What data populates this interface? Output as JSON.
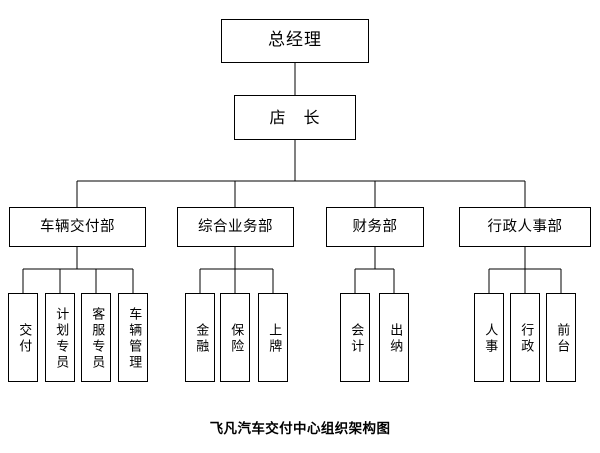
{
  "caption": "飞凡汽车交付中心组织架构图",
  "chart_data": {
    "type": "diagram",
    "diagram_kind": "organization-chart",
    "title": "飞凡汽车交付中心组织架构图",
    "orientation": "top-down",
    "levels": 4,
    "nodes": [
      {
        "id": "gm",
        "label": "总经理",
        "level": 1,
        "parent": null
      },
      {
        "id": "sm",
        "label": "店　长",
        "level": 2,
        "parent": "gm"
      },
      {
        "id": "dept1",
        "label": "车辆交付部",
        "level": 3,
        "parent": "sm"
      },
      {
        "id": "dept2",
        "label": "综合业务部",
        "level": 3,
        "parent": "sm"
      },
      {
        "id": "dept3",
        "label": "财务部",
        "level": 3,
        "parent": "sm"
      },
      {
        "id": "dept4",
        "label": "行政人事部",
        "level": 3,
        "parent": "sm"
      },
      {
        "id": "d1c1",
        "label": "交付",
        "level": 4,
        "parent": "dept1"
      },
      {
        "id": "d1c2",
        "label": "计划专员",
        "level": 4,
        "parent": "dept1"
      },
      {
        "id": "d1c3",
        "label": "客服专员",
        "level": 4,
        "parent": "dept1"
      },
      {
        "id": "d1c4",
        "label": "车辆管理",
        "level": 4,
        "parent": "dept1"
      },
      {
        "id": "d2c1",
        "label": "金融",
        "level": 4,
        "parent": "dept2"
      },
      {
        "id": "d2c2",
        "label": "保险",
        "level": 4,
        "parent": "dept2"
      },
      {
        "id": "d2c3",
        "label": "上牌",
        "level": 4,
        "parent": "dept2"
      },
      {
        "id": "d3c1",
        "label": "会计",
        "level": 4,
        "parent": "dept3"
      },
      {
        "id": "d3c2",
        "label": "出纳",
        "level": 4,
        "parent": "dept3"
      },
      {
        "id": "d4c1",
        "label": "人事",
        "level": 4,
        "parent": "dept4"
      },
      {
        "id": "d4c2",
        "label": "行政",
        "level": 4,
        "parent": "dept4"
      },
      {
        "id": "d4c3",
        "label": "前台",
        "level": 4,
        "parent": "dept4"
      }
    ],
    "colors": {
      "background": "#ffffff",
      "box_fill": "#ffffff",
      "box_stroke": "#000000",
      "connector": "#000000",
      "text": "#000000"
    }
  },
  "nodes": {
    "gm": {
      "label": "总经理"
    },
    "sm": {
      "label": "店　长"
    },
    "dept1": {
      "label": "车辆交付部"
    },
    "dept2": {
      "label": "综合业务部"
    },
    "dept3": {
      "label": "财务部"
    },
    "dept4": {
      "label": "行政人事部"
    },
    "d1c1": {
      "label": "交付"
    },
    "d1c2": {
      "label": "计划专员"
    },
    "d1c3": {
      "label": "客服专员"
    },
    "d1c4": {
      "label": "车辆管理"
    },
    "d2c1": {
      "label": "金融"
    },
    "d2c2": {
      "label": "保险"
    },
    "d2c3": {
      "label": "上牌"
    },
    "d3c1": {
      "label": "会计"
    },
    "d3c2": {
      "label": "出纳"
    },
    "d4c1": {
      "label": "人事"
    },
    "d4c2": {
      "label": "行政"
    },
    "d4c3": {
      "label": "前台"
    }
  }
}
